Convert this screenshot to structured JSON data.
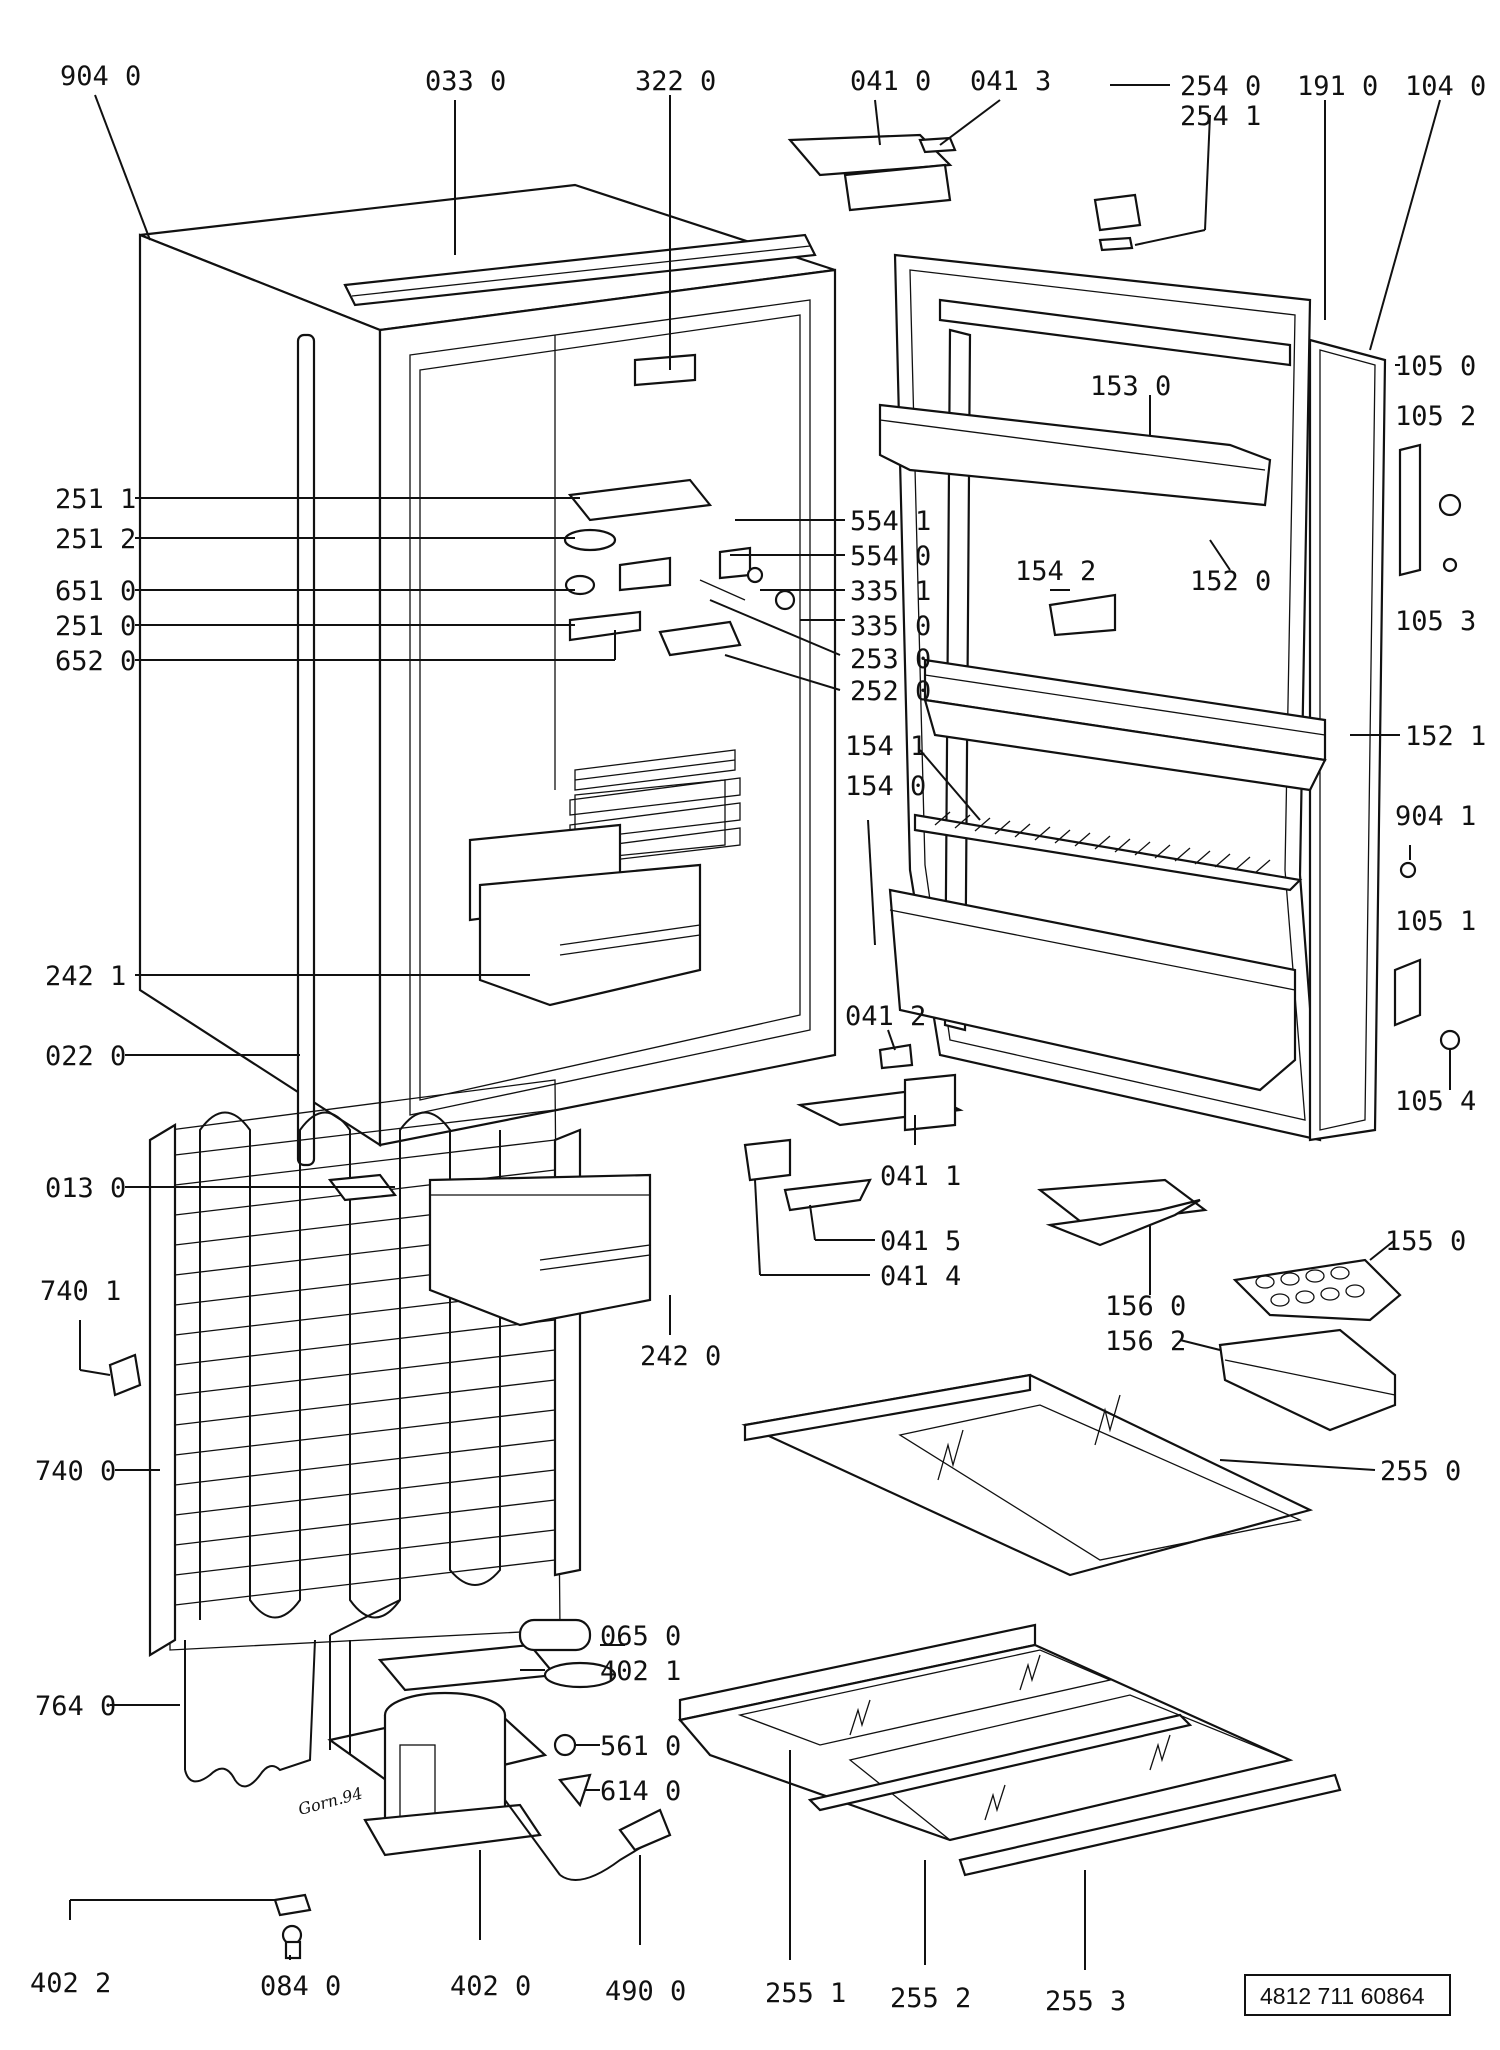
{
  "document_ref": "4812 711 60864",
  "stamp": "Gorn.94",
  "labels": {
    "l9040": "904 0",
    "l0330": "033 0",
    "l3220": "322 0",
    "l0410": "041 0",
    "l0413": "041 3",
    "l2540": "254 0",
    "l2541": "254 1",
    "l1910": "191 0",
    "l1040": "104 0",
    "l1050": "105 0",
    "l1052": "105 2",
    "l1530": "153 0",
    "l2511": "251 1",
    "l2512": "251 2",
    "l5541": "554 1",
    "l5540": "554 0",
    "l6510": "651 0",
    "l3351": "335 1",
    "l2510": "251 0",
    "l3350": "335 0",
    "l6520": "652 0",
    "l2530": "253 0",
    "l1520": "152 0",
    "l1542": "154 2",
    "l1053": "105 3",
    "l2520": "252 0",
    "l1521": "152 1",
    "l1541": "154 1",
    "l1540": "154 0",
    "l9041": "904 1",
    "l1051": "105 1",
    "l2421": "242 1",
    "l0412": "041 2",
    "l0220": "022 0",
    "l1054": "105 4",
    "l0130": "013 0",
    "l0411": "041 1",
    "l0415": "041 5",
    "l0414": "041 4",
    "l1550": "155 0",
    "l7401": "740 1",
    "l1560": "156 0",
    "l1562": "156 2",
    "l2420": "242 0",
    "l7400": "740 0",
    "l2550": "255 0",
    "l0650": "065 0",
    "l4021": "402 1",
    "l7640": "764 0",
    "l5610": "561 0",
    "l6140": "614 0",
    "l4022": "402 2",
    "l0840": "084 0",
    "l4020": "402 0",
    "l4900": "490 0",
    "l2551": "255 1",
    "l2552": "255 2",
    "l2553": "255 3"
  }
}
